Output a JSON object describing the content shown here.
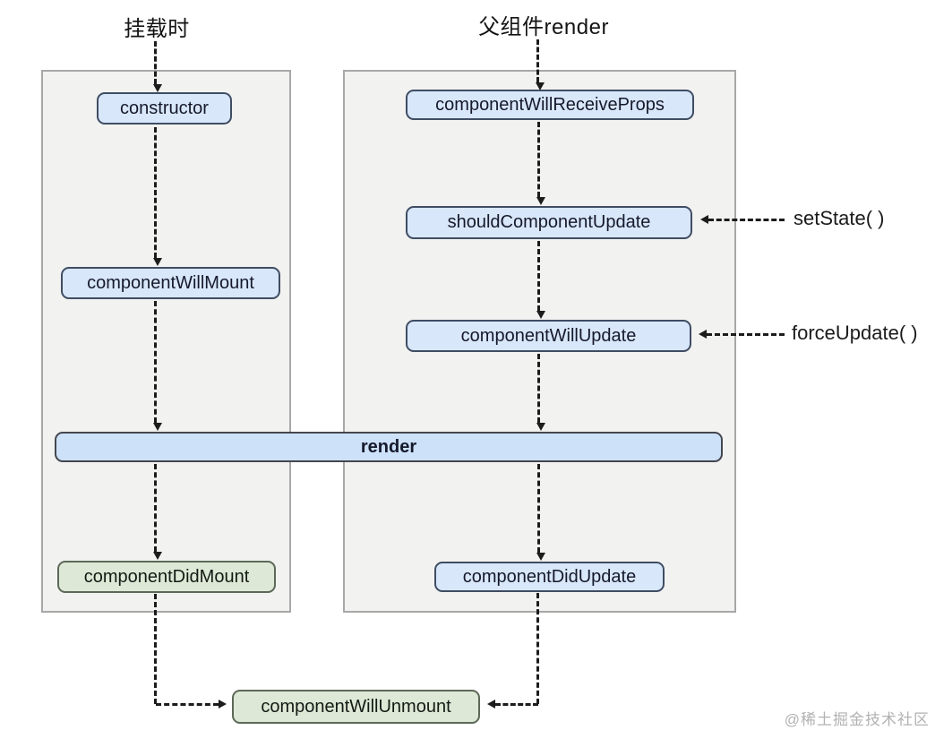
{
  "diagram": {
    "titles": {
      "mount": "挂载时",
      "parent_render": "父组件render"
    },
    "nodes": {
      "ctor": "constructor",
      "component_will_mount": "componentWillMount",
      "component_will_receive_props": "componentWillReceiveProps",
      "should_component_update": "shouldComponentUpdate",
      "component_will_update": "componentWillUpdate",
      "render": "render",
      "component_did_mount": "componentDidMount",
      "component_did_update": "componentDidUpdate",
      "component_will_unmount": "componentWillUnmount"
    },
    "annotations": {
      "set_state": "setState( )",
      "force_update": "forceUpdate( )"
    },
    "colors": {
      "lifecycle_node_fill": "#d9e7fb",
      "lifecycle_node_border": "#3f4d63",
      "did_node_fill": "#dee8d6",
      "did_node_border": "#5c6957",
      "render_bar_fill": "#cde1f8",
      "panel_fill": "#f2f2f1",
      "panel_border": "#a8a8a8",
      "arrow_color": "#1c1c1c"
    },
    "watermark": "@稀土掘金技术社区"
  }
}
